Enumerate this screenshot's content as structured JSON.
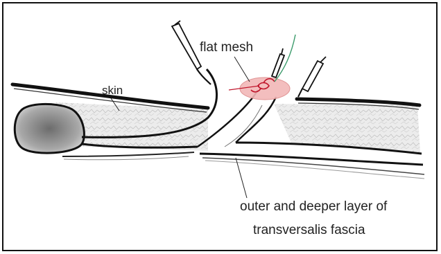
{
  "diagram": {
    "labels": {
      "skin": "skin",
      "mesh": "flat mesh",
      "fascia_line1": "outer and deeper layer of",
      "fascia_line2": "transversalis fascia"
    },
    "colors": {
      "line": "#111111",
      "tissue_fill": "#e6e6e6",
      "mass_fill": "#9a9a9a",
      "mesh_fill": "#f2b8b8",
      "suture_red": "#c0142a",
      "suture_green": "#3a9a6a"
    },
    "icons": [
      "surgical-instrument-icon",
      "needle-holder-icon",
      "forceps-icon"
    ]
  }
}
